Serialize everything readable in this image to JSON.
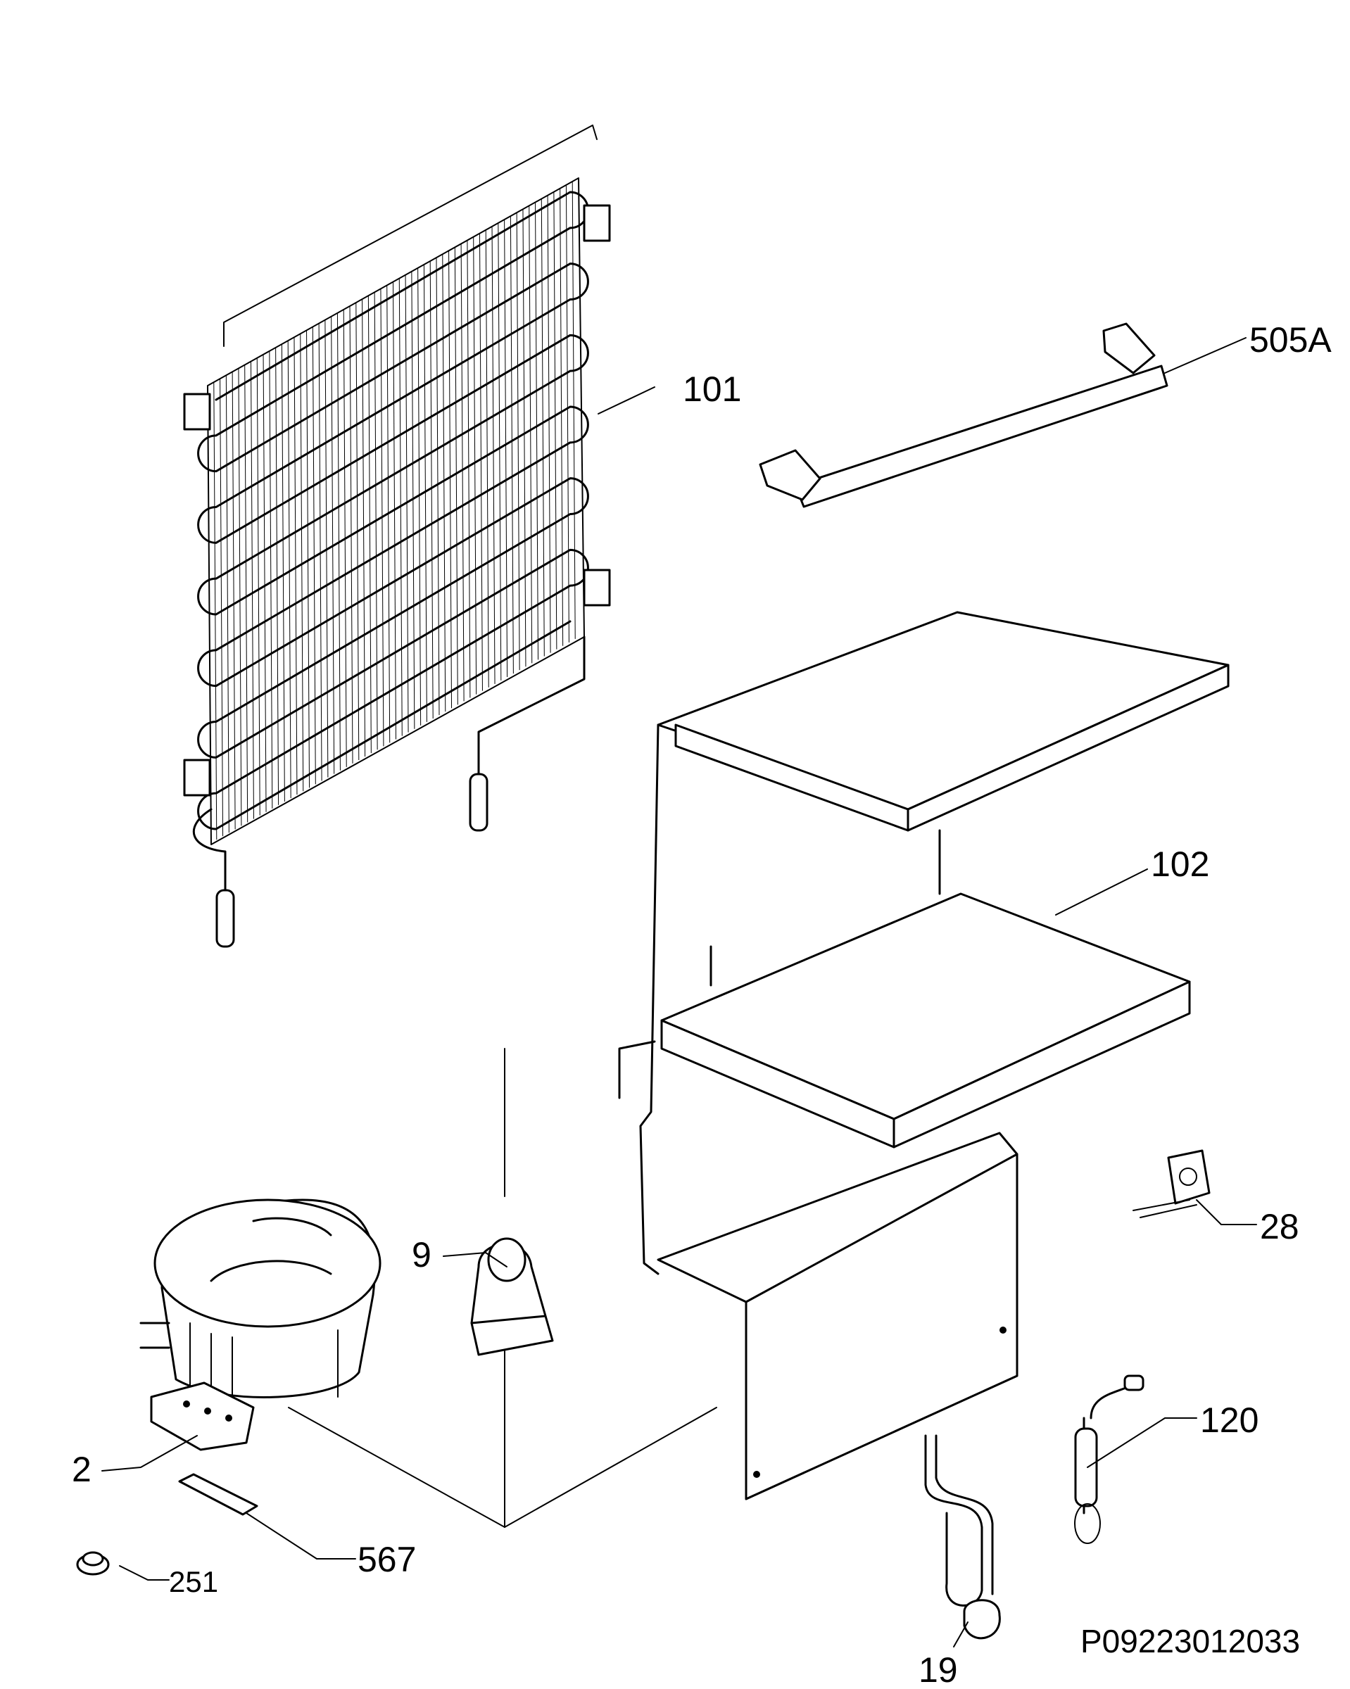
{
  "callouts": {
    "c101": "101",
    "c505A": "505A",
    "c102": "102",
    "c28": "28",
    "c9": "9",
    "c2": "2",
    "c567": "567",
    "c251": "251",
    "c120": "120",
    "c19": "19"
  },
  "drawing_number": "P09223012033"
}
